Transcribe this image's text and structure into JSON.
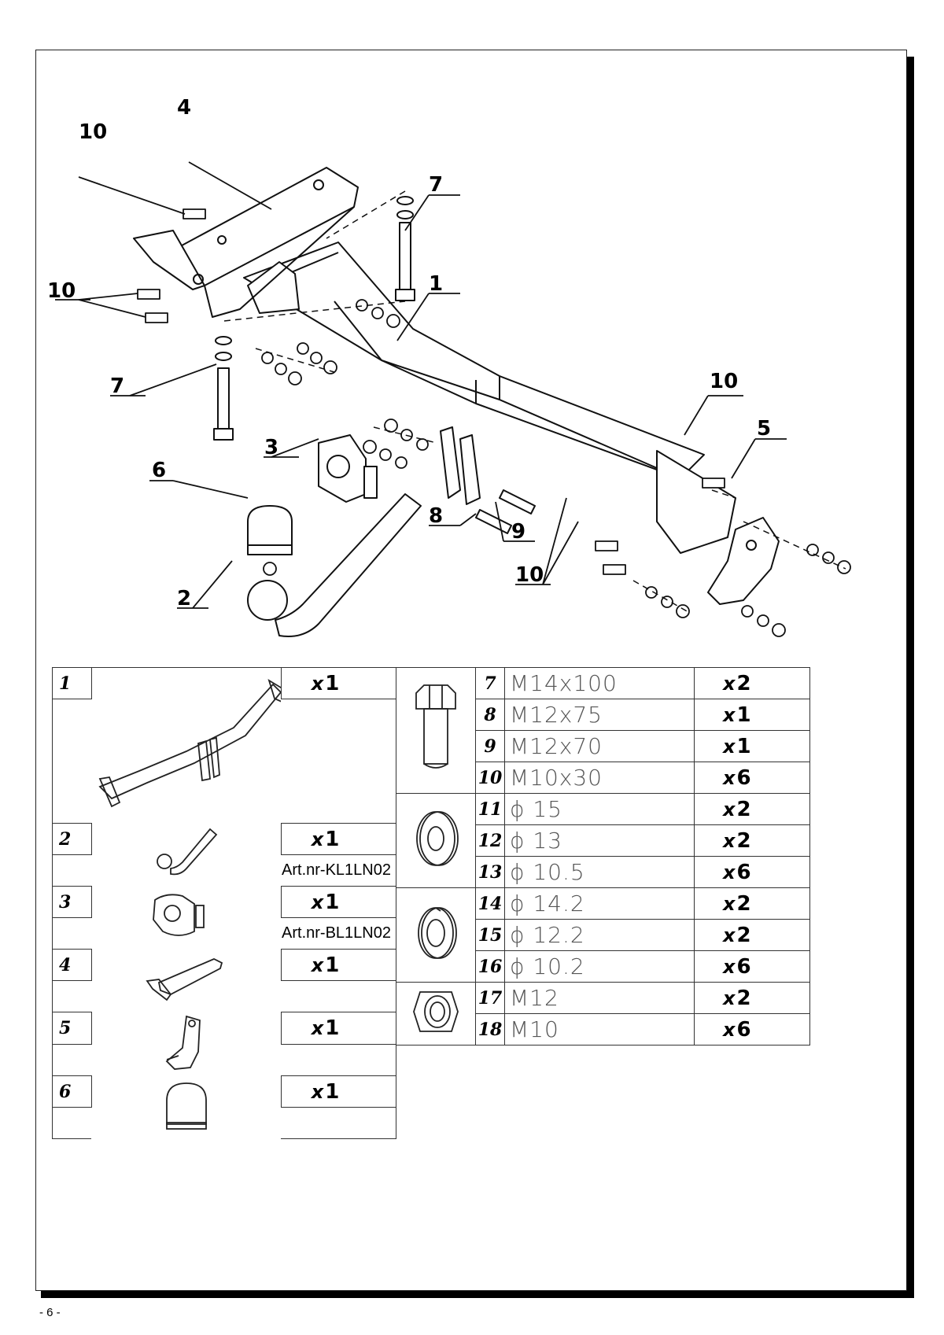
{
  "callouts": {
    "c1": "1",
    "c2": "2",
    "c3": "3",
    "c4": "4",
    "c5": "5",
    "c6": "6",
    "c7a": "7",
    "c7b": "7",
    "c8": "8",
    "c9": "9",
    "c10a": "10",
    "c10b": "10",
    "c10c": "10",
    "c10d": "10"
  },
  "parts_left": [
    {
      "num": "1",
      "x": "x",
      "qty": "1",
      "art": "",
      "icon": "towbar-crossbar-icon"
    },
    {
      "num": "2",
      "x": "x",
      "qty": "1",
      "art": "Art.nr-KL1LN02",
      "icon": "tow-ball-neck-icon"
    },
    {
      "num": "3",
      "x": "x",
      "qty": "1",
      "art": "Art.nr-BL1LN02",
      "icon": "socket-plate-icon"
    },
    {
      "num": "4",
      "x": "x",
      "qty": "1",
      "art": "",
      "icon": "left-bracket-icon"
    },
    {
      "num": "5",
      "x": "x",
      "qty": "1",
      "art": "",
      "icon": "right-bracket-icon"
    },
    {
      "num": "6",
      "x": "x",
      "qty": "1",
      "art": "",
      "icon": "ball-cover-icon"
    }
  ],
  "parts_right": [
    {
      "num": "7",
      "spec": "M14x100",
      "x": "x",
      "qty": "2"
    },
    {
      "num": "8",
      "spec": "M12x75",
      "x": "x",
      "qty": "1"
    },
    {
      "num": "9",
      "spec": "M12x70",
      "x": "x",
      "qty": "1"
    },
    {
      "num": "10",
      "spec": "M10x30",
      "x": "x",
      "qty": "6"
    },
    {
      "num": "11",
      "spec": "ϕ 15",
      "x": "x",
      "qty": "2"
    },
    {
      "num": "12",
      "spec": "ϕ 13",
      "x": "x",
      "qty": "2"
    },
    {
      "num": "13",
      "spec": "ϕ 10.5",
      "x": "x",
      "qty": "6"
    },
    {
      "num": "14",
      "spec": "ϕ 14.2",
      "x": "x",
      "qty": "2"
    },
    {
      "num": "15",
      "spec": "ϕ 12.2",
      "x": "x",
      "qty": "2"
    },
    {
      "num": "16",
      "spec": "ϕ 10.2",
      "x": "x",
      "qty": "6"
    },
    {
      "num": "17",
      "spec": "M12",
      "x": "x",
      "qty": "2"
    },
    {
      "num": "18",
      "spec": "M10",
      "x": "x",
      "qty": "6"
    }
  ],
  "hardware_icons": [
    "bolt-icon",
    "flat-washer-icon",
    "spring-washer-icon",
    "hex-nut-icon"
  ],
  "page_number": "- 6 -"
}
